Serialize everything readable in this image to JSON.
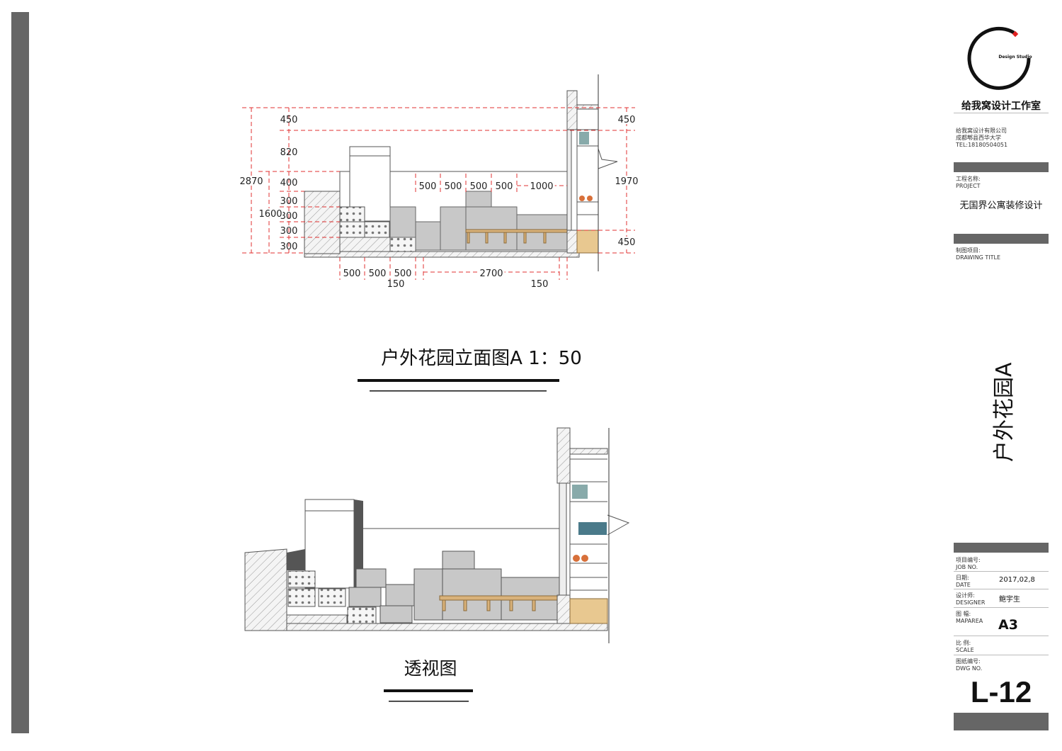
{
  "sheet": {
    "elevation_title": "户外花园立面图A  1：50",
    "perspective_title": "透视图",
    "vertical_title": "户外花园A"
  },
  "elevation": {
    "left_dims": [
      "450",
      "820",
      "400",
      "300",
      "300",
      "300",
      "300"
    ],
    "total_height": "2870",
    "lower_height": "1600",
    "right_dims": [
      "450",
      "1970",
      "450"
    ],
    "top_dims": [
      "500",
      "500",
      "500",
      "500",
      "1000"
    ],
    "bottom_dims": [
      "500",
      "500",
      "500",
      "2700"
    ],
    "bottom_offsets": [
      "150",
      "150"
    ]
  },
  "title_block": {
    "logo_text": "Design Studio",
    "studio_name": "给我窝设计工作室",
    "company_lines": [
      "给我窝设计有限公司",
      "成都郫县西华大学",
      "TEL:18180504051"
    ],
    "project_label_cn": "工程名称:",
    "project_label_en": "PROJECT",
    "project_name": "无国界公寓装修设计",
    "drawing_title_label_cn": "制图项目:",
    "drawing_title_label_en": "DRAWING TITLE",
    "job_no_label_cn": "项目编号:",
    "job_no_label_en": "JOB NO.",
    "date_label_cn": "日期:",
    "date_label_en": "DATE",
    "date_value": "2017,02,8",
    "designer_label_cn": "设计师:",
    "designer_label_en": "DESIGNER",
    "designer_value": "鲍宇生",
    "maparea_label_cn": "图 幅:",
    "maparea_label_en": "MAPAREA",
    "maparea_value": "A3",
    "scale_label_cn": "比 例:",
    "scale_label_en": "SCALE",
    "dwg_label_cn": "图纸编号:",
    "dwg_label_en": "DWG NO.",
    "dwg_value": "L-12"
  },
  "colors": {
    "bar": "#666666",
    "dim_red": "#e03030",
    "block_gray": "#c8c8c8",
    "wood": "#d9b27a",
    "logo_red": "#e02020"
  }
}
